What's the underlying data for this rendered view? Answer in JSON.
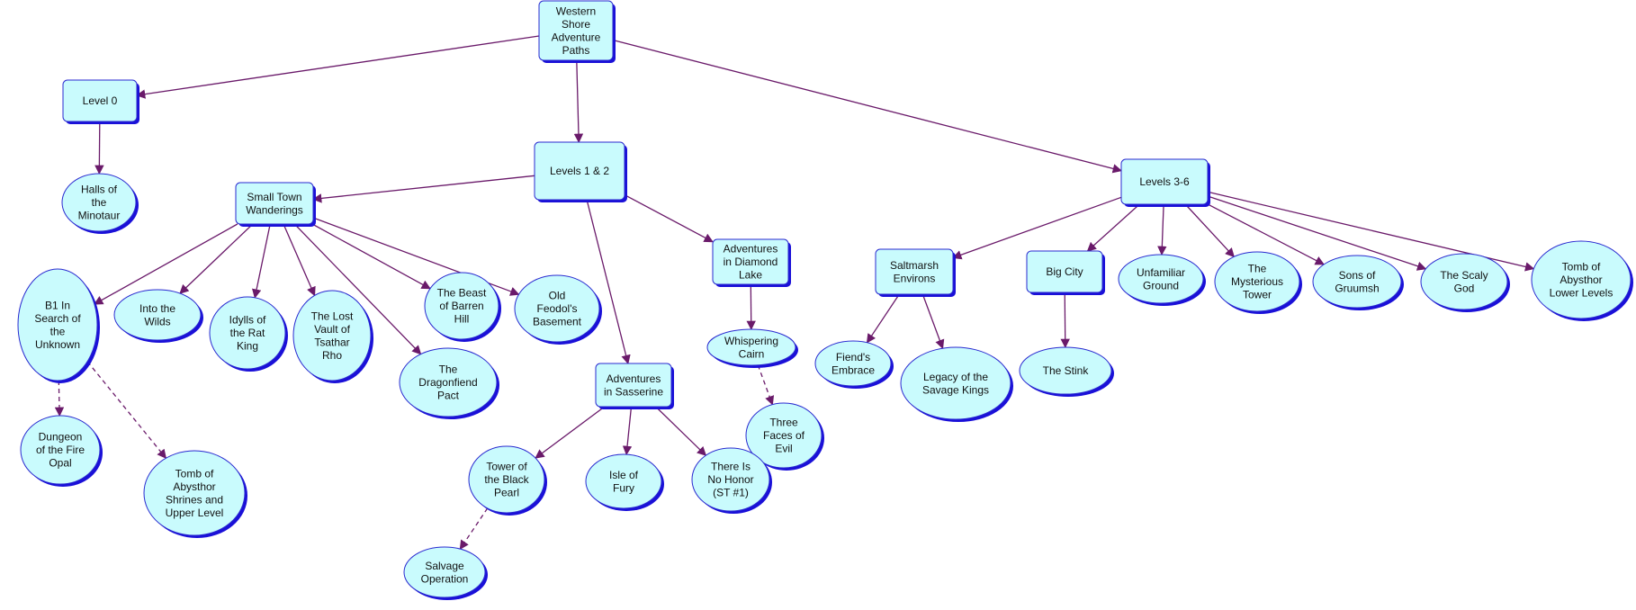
{
  "nodes": [
    {
      "id": "western",
      "shape": "rect",
      "lines": [
        "Western",
        "Shore",
        "Adventure",
        "Paths"
      ]
    },
    {
      "id": "level0",
      "shape": "rect",
      "lines": [
        "Level 0"
      ]
    },
    {
      "id": "halls",
      "shape": "ellipse",
      "lines": [
        "Halls of",
        "the",
        "Minotaur"
      ]
    },
    {
      "id": "levels12",
      "shape": "rect",
      "lines": [
        "Levels 1 & 2"
      ]
    },
    {
      "id": "levels36",
      "shape": "rect",
      "lines": [
        "Levels 3-6"
      ]
    },
    {
      "id": "smalltown",
      "shape": "rect",
      "lines": [
        "Small Town",
        "Wanderings"
      ]
    },
    {
      "id": "b1",
      "shape": "ellipse",
      "lines": [
        "B1 In",
        "Search of",
        "the",
        "Unknown"
      ]
    },
    {
      "id": "wilds",
      "shape": "ellipse",
      "lines": [
        "Into the",
        "Wilds"
      ]
    },
    {
      "id": "idylls",
      "shape": "ellipse",
      "lines": [
        "Idylls of",
        "the Rat",
        "King"
      ]
    },
    {
      "id": "lostvault",
      "shape": "ellipse",
      "lines": [
        "The Lost",
        "Vault of",
        "Tsathar",
        "Rho"
      ]
    },
    {
      "id": "dragonfiend",
      "shape": "ellipse",
      "lines": [
        "The",
        "Dragonfiend",
        "Pact"
      ]
    },
    {
      "id": "beast",
      "shape": "ellipse",
      "lines": [
        "The Beast",
        "of Barren",
        "Hill"
      ]
    },
    {
      "id": "feodol",
      "shape": "ellipse",
      "lines": [
        "Old",
        "Feodol's",
        "Basement"
      ]
    },
    {
      "id": "dungeonfire",
      "shape": "ellipse",
      "lines": [
        "Dungeon",
        "of the Fire",
        "Opal"
      ]
    },
    {
      "id": "tombshrines",
      "shape": "ellipse",
      "lines": [
        "Tomb of",
        "Abysthor",
        "Shrines and",
        "Upper Level"
      ]
    },
    {
      "id": "sasserine",
      "shape": "rect",
      "lines": [
        "Adventures",
        "in Sasserine"
      ]
    },
    {
      "id": "diamond",
      "shape": "rect",
      "lines": [
        "Adventures",
        "in Diamond",
        "Lake"
      ]
    },
    {
      "id": "whispering",
      "shape": "ellipse",
      "lines": [
        "Whispering",
        "Cairn"
      ]
    },
    {
      "id": "threefaces",
      "shape": "ellipse",
      "lines": [
        "Three",
        "Faces of",
        "Evil"
      ]
    },
    {
      "id": "tower",
      "shape": "ellipse",
      "lines": [
        "Tower of",
        "the Black",
        "Pearl"
      ]
    },
    {
      "id": "isle",
      "shape": "ellipse",
      "lines": [
        "Isle of",
        "Fury"
      ]
    },
    {
      "id": "nohonor",
      "shape": "ellipse",
      "lines": [
        "There Is",
        "No Honor",
        "(ST #1)"
      ]
    },
    {
      "id": "salvage",
      "shape": "ellipse",
      "lines": [
        "Salvage",
        "Operation"
      ]
    },
    {
      "id": "saltmarsh",
      "shape": "rect",
      "lines": [
        "Saltmarsh",
        "Environs"
      ]
    },
    {
      "id": "bigcity",
      "shape": "rect",
      "lines": [
        "Big City"
      ]
    },
    {
      "id": "unfamiliar",
      "shape": "ellipse",
      "lines": [
        "Unfamiliar",
        "Ground"
      ]
    },
    {
      "id": "mysterious",
      "shape": "ellipse",
      "lines": [
        "The",
        "Mysterious",
        "Tower"
      ]
    },
    {
      "id": "gruumsh",
      "shape": "ellipse",
      "lines": [
        "Sons of",
        "Gruumsh"
      ]
    },
    {
      "id": "scaly",
      "shape": "ellipse",
      "lines": [
        "The Scaly",
        "God"
      ]
    },
    {
      "id": "tomblower",
      "shape": "ellipse",
      "lines": [
        "Tomb of",
        "Abysthor",
        "Lower Levels"
      ]
    },
    {
      "id": "fiend",
      "shape": "ellipse",
      "lines": [
        "Fiend's",
        "Embrace"
      ]
    },
    {
      "id": "legacy",
      "shape": "ellipse",
      "lines": [
        "Legacy of the",
        "Savage Kings"
      ]
    },
    {
      "id": "stink",
      "shape": "ellipse",
      "lines": [
        "The Stink"
      ]
    }
  ],
  "edges": [
    {
      "from": "western",
      "to": "level0",
      "style": "solid"
    },
    {
      "from": "western",
      "to": "levels12",
      "style": "solid"
    },
    {
      "from": "western",
      "to": "levels36",
      "style": "solid"
    },
    {
      "from": "level0",
      "to": "halls",
      "style": "solid"
    },
    {
      "from": "levels12",
      "to": "smalltown",
      "style": "solid"
    },
    {
      "from": "levels12",
      "to": "sasserine",
      "style": "solid"
    },
    {
      "from": "levels12",
      "to": "diamond",
      "style": "solid"
    },
    {
      "from": "smalltown",
      "to": "b1",
      "style": "solid"
    },
    {
      "from": "smalltown",
      "to": "wilds",
      "style": "solid"
    },
    {
      "from": "smalltown",
      "to": "idylls",
      "style": "solid"
    },
    {
      "from": "smalltown",
      "to": "lostvault",
      "style": "solid"
    },
    {
      "from": "smalltown",
      "to": "dragonfiend",
      "style": "solid"
    },
    {
      "from": "smalltown",
      "to": "beast",
      "style": "solid"
    },
    {
      "from": "smalltown",
      "to": "feodol",
      "style": "solid"
    },
    {
      "from": "b1",
      "to": "dungeonfire",
      "style": "dashed"
    },
    {
      "from": "b1",
      "to": "tombshrines",
      "style": "dashed"
    },
    {
      "from": "diamond",
      "to": "whispering",
      "style": "solid"
    },
    {
      "from": "whispering",
      "to": "threefaces",
      "style": "dashed"
    },
    {
      "from": "sasserine",
      "to": "tower",
      "style": "solid"
    },
    {
      "from": "sasserine",
      "to": "isle",
      "style": "solid"
    },
    {
      "from": "sasserine",
      "to": "nohonor",
      "style": "solid"
    },
    {
      "from": "tower",
      "to": "salvage",
      "style": "dashed"
    },
    {
      "from": "levels36",
      "to": "saltmarsh",
      "style": "solid"
    },
    {
      "from": "levels36",
      "to": "bigcity",
      "style": "solid"
    },
    {
      "from": "levels36",
      "to": "unfamiliar",
      "style": "solid"
    },
    {
      "from": "levels36",
      "to": "mysterious",
      "style": "solid"
    },
    {
      "from": "levels36",
      "to": "gruumsh",
      "style": "solid"
    },
    {
      "from": "levels36",
      "to": "scaly",
      "style": "solid"
    },
    {
      "from": "levels36",
      "to": "tomblower",
      "style": "solid"
    },
    {
      "from": "saltmarsh",
      "to": "fiend",
      "style": "solid"
    },
    {
      "from": "saltmarsh",
      "to": "legacy",
      "style": "solid"
    },
    {
      "from": "bigcity",
      "to": "stink",
      "style": "solid"
    }
  ]
}
